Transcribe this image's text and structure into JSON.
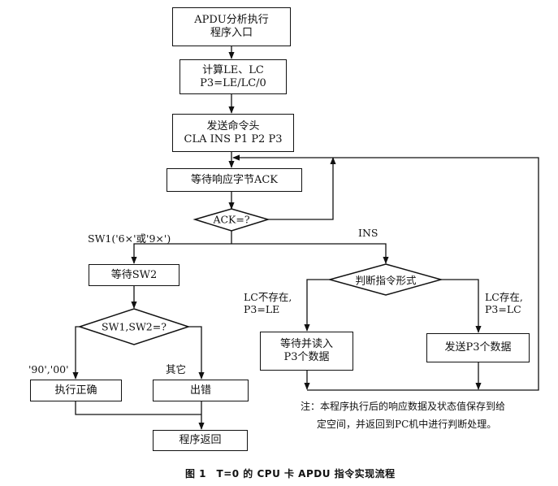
{
  "flowchart": {
    "nodes": {
      "entry": [
        "APDU分析执行",
        "程序入口"
      ],
      "compute": [
        "计算LE、LC",
        "P3=LE/LC/0"
      ],
      "send_header": [
        "发送命令头",
        "CLA INS P1 P2 P3"
      ],
      "wait_ack": "等待响应字节ACK",
      "ack_decision": "ACK=?",
      "wait_sw2": "等待SW2",
      "sw_decision": "SW1,SW2=?",
      "exec_ok": "执行正确",
      "error": "出错",
      "return": "程序返回",
      "cmd_form_decision": "判断指令形式",
      "wait_read": [
        "等待并读入",
        "P3个数据"
      ],
      "send_data": "发送P3个数据"
    },
    "edge_labels": {
      "sw1": "SW1('6×'或'9×')",
      "ins": "INS",
      "lc_absent": [
        "LC不存在,",
        "P3=LE"
      ],
      "lc_present": [
        "LC存在,",
        "P3=LC"
      ],
      "ok_code": "'90','00'",
      "other": "其它"
    }
  },
  "note": [
    "注：本程序执行后的响应数据及状态值保存到给",
    "定空间，并返回到PC机中进行判断处理。"
  ],
  "caption": "图 1　T=0 的 CPU 卡 APDU 指令实现流程"
}
